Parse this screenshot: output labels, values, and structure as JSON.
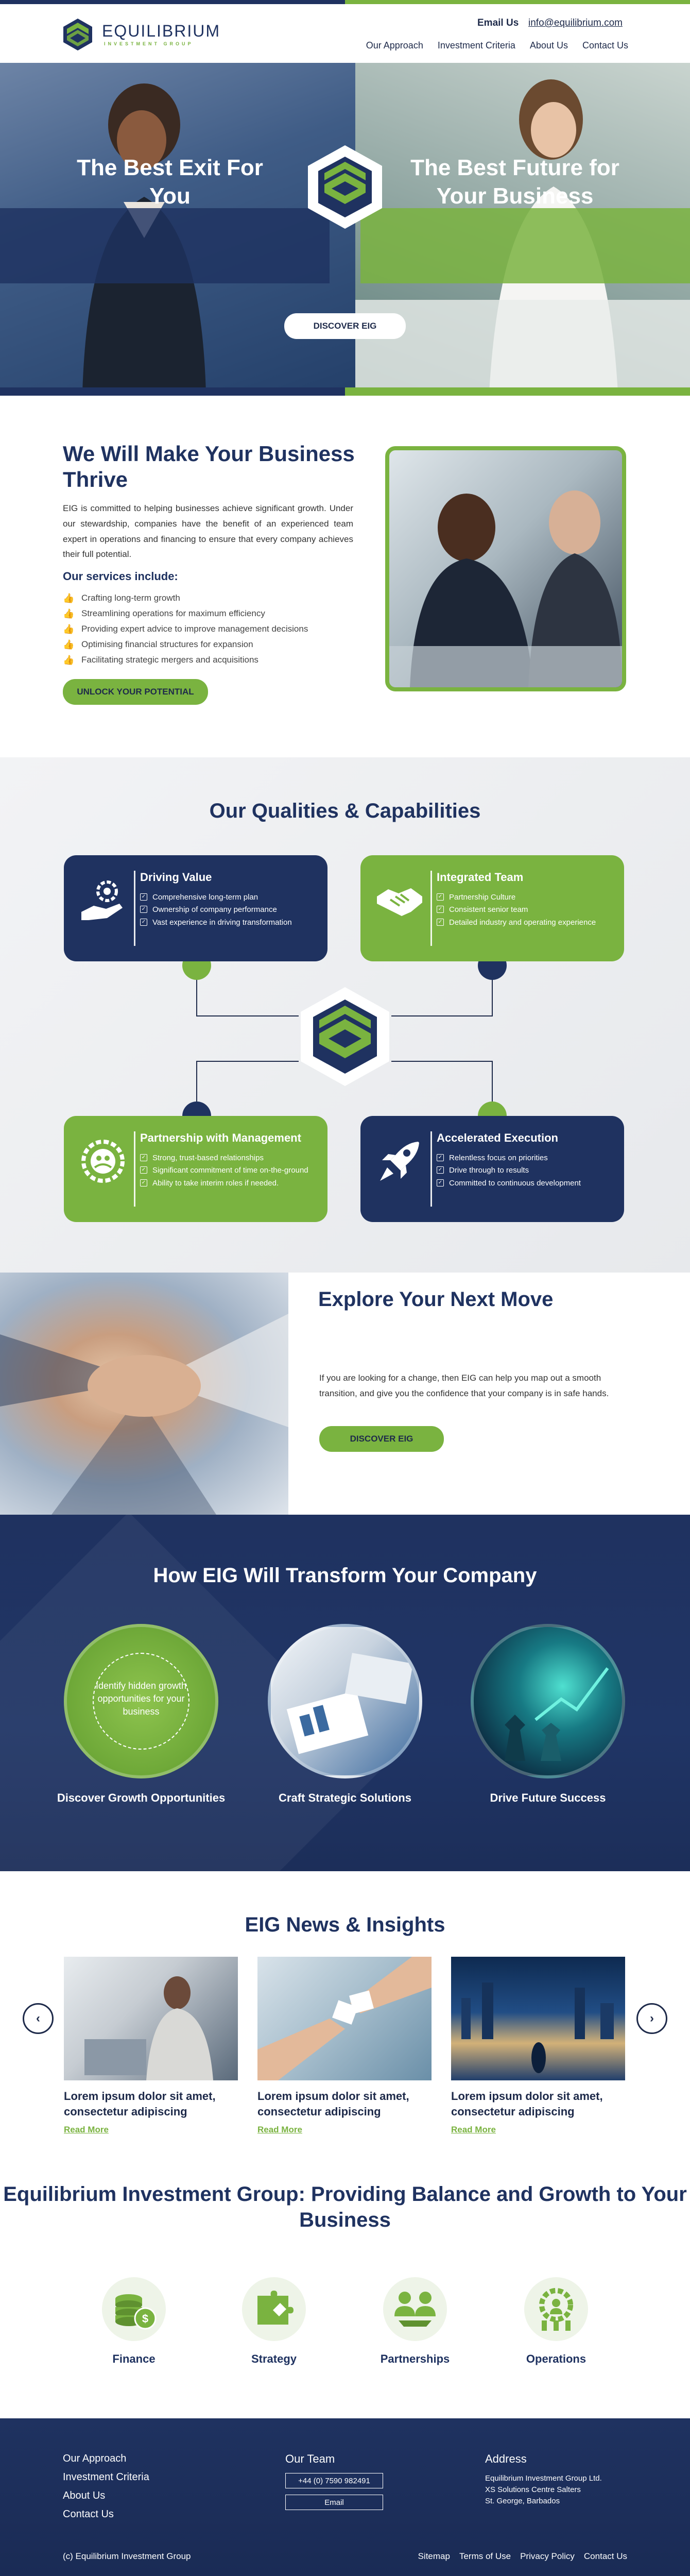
{
  "header": {
    "brand": "EQUILIBRIUM",
    "brand_sub": "INVESTMENT GROUP",
    "email_label": "Email Us",
    "email": "info@equilibrium.com",
    "nav": [
      "Our Approach",
      "Investment Criteria",
      "About Us",
      "Contact Us"
    ]
  },
  "hero": {
    "left_title": "The Best Exit For You",
    "right_title": "The Best Future for Your Business",
    "button": "DISCOVER EIG"
  },
  "intro": {
    "title": "We Will Make Your Business Thrive",
    "paragraph": "EIG is committed to helping businesses achieve significant growth. Under our stewardship, companies have the benefit of an experienced team expert in operations and financing to ensure that every company achieves their full potential.",
    "services_title": "Our services include:",
    "services": [
      "Crafting long-term growth",
      "Streamlining operations for maximum efficiency",
      "Providing expert advice to improve management decisions",
      "Optimising financial structures for expansion",
      "Facilitating strategic mergers and acquisitions"
    ],
    "button": "UNLOCK YOUR POTENTIAL"
  },
  "qualities": {
    "title": "Our Qualities & Capabilities",
    "cards": [
      {
        "title": "Driving Value",
        "items": [
          "Comprehensive long-term plan",
          "Ownership of company performance",
          "Vast experience in driving transformation"
        ]
      },
      {
        "title": "Integrated Team",
        "items": [
          "Partnership Culture",
          "Consistent senior team",
          "Detailed industry and operating experience"
        ]
      },
      {
        "title": "Partnership with Management",
        "items": [
          "Strong, trust-based relationships",
          "Significant commitment of time on-the-ground",
          "Ability to take interim roles if needed."
        ]
      },
      {
        "title": "Accelerated Execution",
        "items": [
          "Relentless focus on priorities",
          "Drive through to results",
          "Committed to continuous development"
        ]
      }
    ]
  },
  "explore": {
    "title": "Explore Your Next Move",
    "paragraph": "If you are looking for a change, then EIG can help you map out a smooth transition, and give you the confidence that your company is in safe hands.",
    "button": "DISCOVER EIG"
  },
  "transform": {
    "title": "How EIG Will Transform Your Company",
    "circle_text": "Identify hidden growth opportunities for your business",
    "items": [
      "Discover Growth Opportunities",
      "Craft Strategic Solutions",
      "Drive Future Success"
    ]
  },
  "news": {
    "title": "EIG News & Insights",
    "posts": [
      {
        "title": "Lorem ipsum dolor sit amet, consectetur adipiscing",
        "link": "Read More"
      },
      {
        "title": "Lorem ipsum dolor sit amet, consectetur adipiscing",
        "link": "Read More"
      },
      {
        "title": "Lorem ipsum dolor sit amet, consectetur adipiscing",
        "link": "Read More"
      }
    ]
  },
  "balance": {
    "title": "Equilibrium Investment Group: Providing Balance and Growth to Your Business",
    "features": [
      "Finance",
      "Strategy",
      "Partnerships",
      "Operations"
    ]
  },
  "footer": {
    "links": [
      "Our Approach",
      "Investment Criteria",
      "About Us",
      "Contact Us"
    ],
    "team_title": "Our Team",
    "phone": "+44 (0) 7590 982491",
    "email_btn": "Email",
    "address_title": "Address",
    "address": [
      "Equilibrium Investment Group Ltd.",
      "XS Solutions Centre Salters",
      "St. George, Barbados"
    ],
    "copyright": "(c) Equilibrium Investment Group",
    "bottom_links": [
      "Sitemap",
      "Terms of Use",
      "Privacy Policy",
      "Contact Us"
    ]
  },
  "colors": {
    "navy": "#1f3260",
    "green": "#7ab340"
  }
}
